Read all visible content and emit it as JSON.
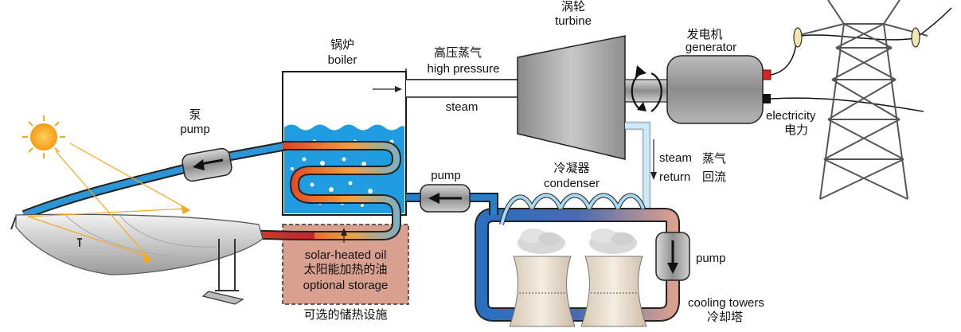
{
  "labels": {
    "pump_left_zh": "泵",
    "pump_left_en": "pump",
    "boiler_zh": "锅炉",
    "boiler_en": "boiler",
    "high_pressure_zh": "高压蒸气",
    "high_pressure_en": "high pressure",
    "steam": "steam",
    "turbine_zh": "涡轮",
    "turbine_en": "turbine",
    "generator_zh": "发电机",
    "generator_en": "generator",
    "electricity_en": "electricity",
    "electricity_zh": "电力",
    "steam_return_en_1": "steam",
    "steam_return_en_2": "return",
    "steam_return_zh_1": "蒸气",
    "steam_return_zh_2": "回流",
    "condenser_zh": "冷凝器",
    "condenser_en": "condenser",
    "pump_middle_en": "pump",
    "pump_right_en": "pump",
    "storage_line1": "solar-heated oil",
    "storage_line2": "太阳能加热的油",
    "storage_line3": "optional storage",
    "storage_caption": "可选的储热设施",
    "cooling_towers_en": "cooling towers",
    "cooling_towers_zh": "冷却塔"
  },
  "colors": {
    "hot_oil": "#c0272d",
    "cool_water": "#2b7fc4",
    "pipe_light": "#a9d8ef",
    "storage_fill": "#d9a08f",
    "boiler_water": "#1f9de0",
    "machine_grey": "#9b9b9b",
    "sun": "#f7a823",
    "red_terminal": "#e02020"
  }
}
